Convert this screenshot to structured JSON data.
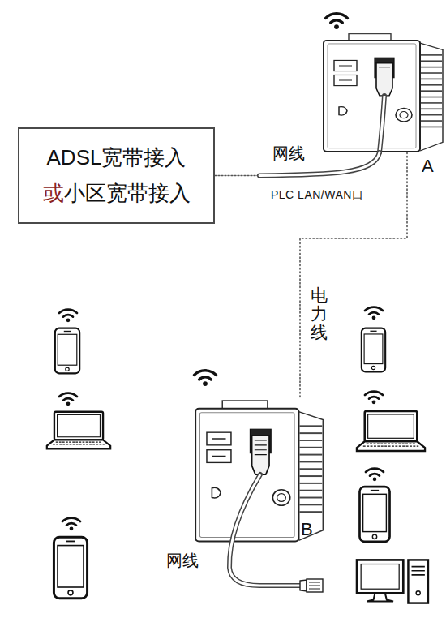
{
  "diagram": {
    "nodes": [
      {
        "text": [
          "ADSL宽带接入",
          "或",
          "小区宽带接入"
        ]
      },
      {
        "text": [
          "A"
        ]
      },
      {
        "text": [
          "B"
        ]
      }
    ],
    "edges": [
      {
        "from": 0,
        "to": 1,
        "label": "网线",
        "arrow": "none"
      },
      {
        "from": 1,
        "to": 2,
        "label": "电力线",
        "arrow": "none"
      }
    ],
    "labels": [
      "PLC LAN/WAN口",
      "网线"
    ]
  }
}
